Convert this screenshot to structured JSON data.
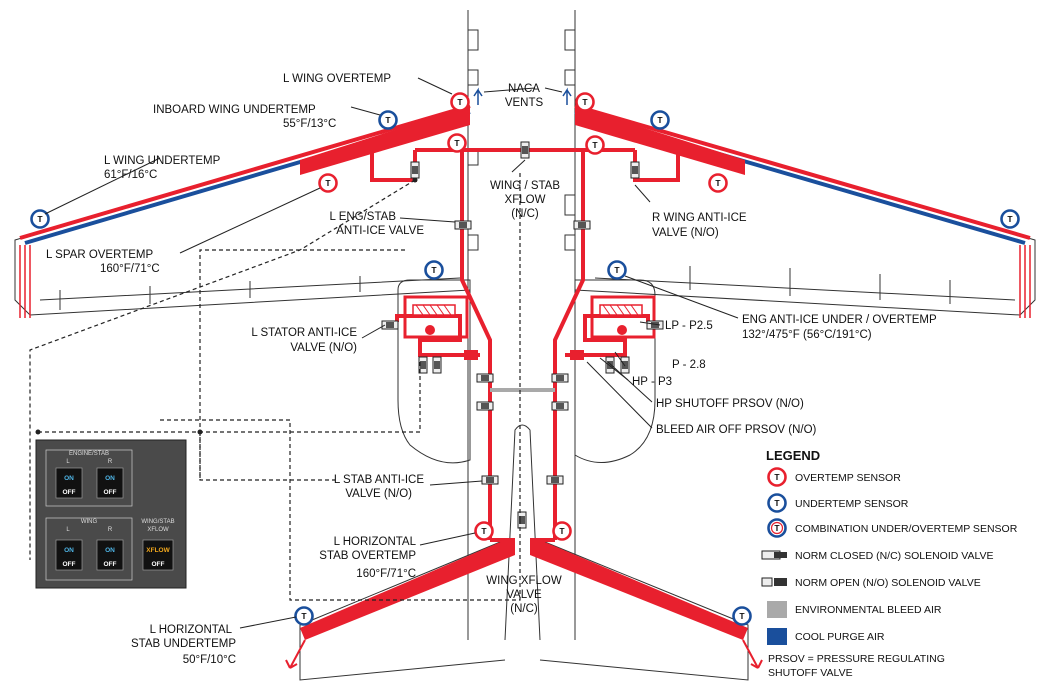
{
  "labels": {
    "l_wing_overtemp": "L WING OVERTEMP",
    "naca_vents_1": "NACA",
    "naca_vents_2": "VENTS",
    "inboard_undertemp_1": "INBOARD WING UNDERTEMP",
    "inboard_undertemp_2": "55°F/13°C",
    "l_wing_undertemp_1": "L WING UNDERTEMP",
    "l_wing_undertemp_2": "61°F/16°C",
    "wing_stab_xflow_1": "WING / STAB",
    "wing_stab_xflow_2": "XFLOW",
    "wing_stab_xflow_3": "(N/C)",
    "l_eng_stab_1": "L ENG/STAB",
    "l_eng_stab_2": "ANTI-ICE VALVE",
    "r_wing_anti_ice_1": "R WING ANTI-ICE",
    "r_wing_anti_ice_2": "VALVE (N/O)",
    "l_spar_overtemp_1": "L SPAR OVERTEMP",
    "l_spar_overtemp_2": "160°F/71°C",
    "eng_anti_ice_1": "ENG ANTI-ICE UNDER / OVERTEMP",
    "eng_anti_ice_2": "132°/475°F (56°C/191°C)",
    "lp": "LP - P2.5",
    "p28": "P - 2.8",
    "hp": "HP - P3",
    "l_stator_1": "L STATOR ANTI-ICE",
    "l_stator_2": "VALVE (N/O)",
    "hp_shutoff": "HP SHUTOFF PRSOV (N/O)",
    "bleed_off": "BLEED AIR OFF PRSOV (N/O)",
    "l_stab_anti_ice_1": "L STAB ANTI-ICE",
    "l_stab_anti_ice_2": "VALVE (N/O)",
    "l_hstab_over_1": "L HORIZONTAL",
    "l_hstab_over_2": "STAB OVERTEMP",
    "l_hstab_over_3": "160°F/71°C",
    "wing_xflow_1": "WING XFLOW",
    "wing_xflow_2": "VALVE",
    "wing_xflow_3": "(N/C)",
    "l_hstab_under_1": "L HORIZONTAL",
    "l_hstab_under_2": "STAB UNDERTEMP",
    "l_hstab_under_3": "50°F/10°C"
  },
  "legend": {
    "title": "LEGEND",
    "sensor_letter": "T",
    "items": [
      "OVERTEMP SENSOR",
      "UNDERTEMP SENSOR",
      "COMBINATION UNDER/OVERTEMP SENSOR",
      "NORM CLOSED (N/C) SOLENOID VALVE",
      "NORM OPEN (N/O) SOLENOID VALVE",
      "ENVIRONMENTAL BLEED AIR",
      "COOL PURGE AIR"
    ],
    "note_1": "PRSOV = PRESSURE REGULATING",
    "note_2": "SHUTOFF VALVE"
  },
  "panel": {
    "engine_stab_header": "ENGINE/STAB",
    "wing_header": "WING",
    "xflow_header_1": "WING/STAB",
    "xflow_header_2": "XFLOW",
    "left": "L",
    "right": "R",
    "on": "ON",
    "off": "OFF",
    "xflow": "XFLOW"
  },
  "colors": {
    "hot_air": "#e8202e",
    "overtemp_sensor": "#e8202e",
    "undertemp_sensor": "#1a4f9c",
    "cool_purge": "#1a4f9c",
    "environmental_bleed": "#a9a9a9",
    "panel_bg": "#4a4a4a",
    "on_text": "#4fb6e8",
    "xflow_text": "#f2a81d"
  }
}
